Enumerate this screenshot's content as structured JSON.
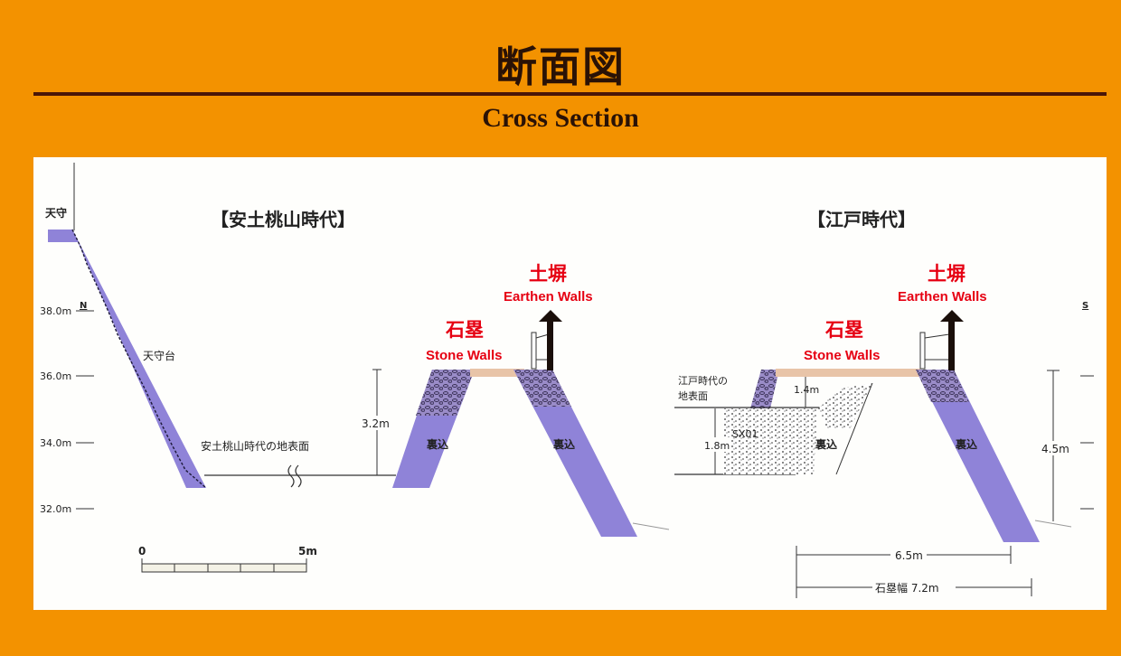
{
  "header": {
    "title_jp": "断面図",
    "title_en": "Cross Section"
  },
  "colors": {
    "background": "#f39200",
    "panel": "#fefefc",
    "title_text": "#2a1206",
    "stone_fill": "#8f83d8",
    "accent_red": "#e60012",
    "paving": "#e8c4a8"
  },
  "elevation_axis": {
    "top_label": "天守",
    "north_marker": "N",
    "ticks": [
      {
        "label": "38.0m",
        "value": 38.0
      },
      {
        "label": "36.0m",
        "value": 36.0
      },
      {
        "label": "34.0m",
        "value": 34.0
      },
      {
        "label": "32.0m",
        "value": 32.0
      }
    ]
  },
  "azuchi": {
    "heading": "【安土桃山時代】",
    "tenshudai_label": "天守台",
    "ground_label": "安土桃山時代の地表面",
    "height_dim": "3.2m",
    "backfill_left": "裏込",
    "backfill_right": "裏込",
    "stone_walls_jp": "石塁",
    "stone_walls_en": "Stone Walls",
    "earthen_walls_jp": "土塀",
    "earthen_walls_en": "Earthen Walls"
  },
  "edo": {
    "heading": "【江戸時代】",
    "ground_label_line1": "江戸時代の",
    "ground_label_line2": "地表面",
    "upper_dim": "1.4m",
    "lower_dim": "1.8m",
    "feature_id": "SX01",
    "backfill_left": "裏込",
    "backfill_right": "裏込",
    "stone_walls_jp": "石塁",
    "stone_walls_en": "Stone Walls",
    "earthen_walls_jp": "土塀",
    "earthen_walls_en": "Earthen Walls",
    "south_marker": "S",
    "height_dim": "4.5m",
    "width_dim": "6.5m",
    "total_width_dim": "石塁幅 7.2m"
  },
  "scale_bar": {
    "start_label": "0",
    "end_label": "5m",
    "segments": 5
  }
}
